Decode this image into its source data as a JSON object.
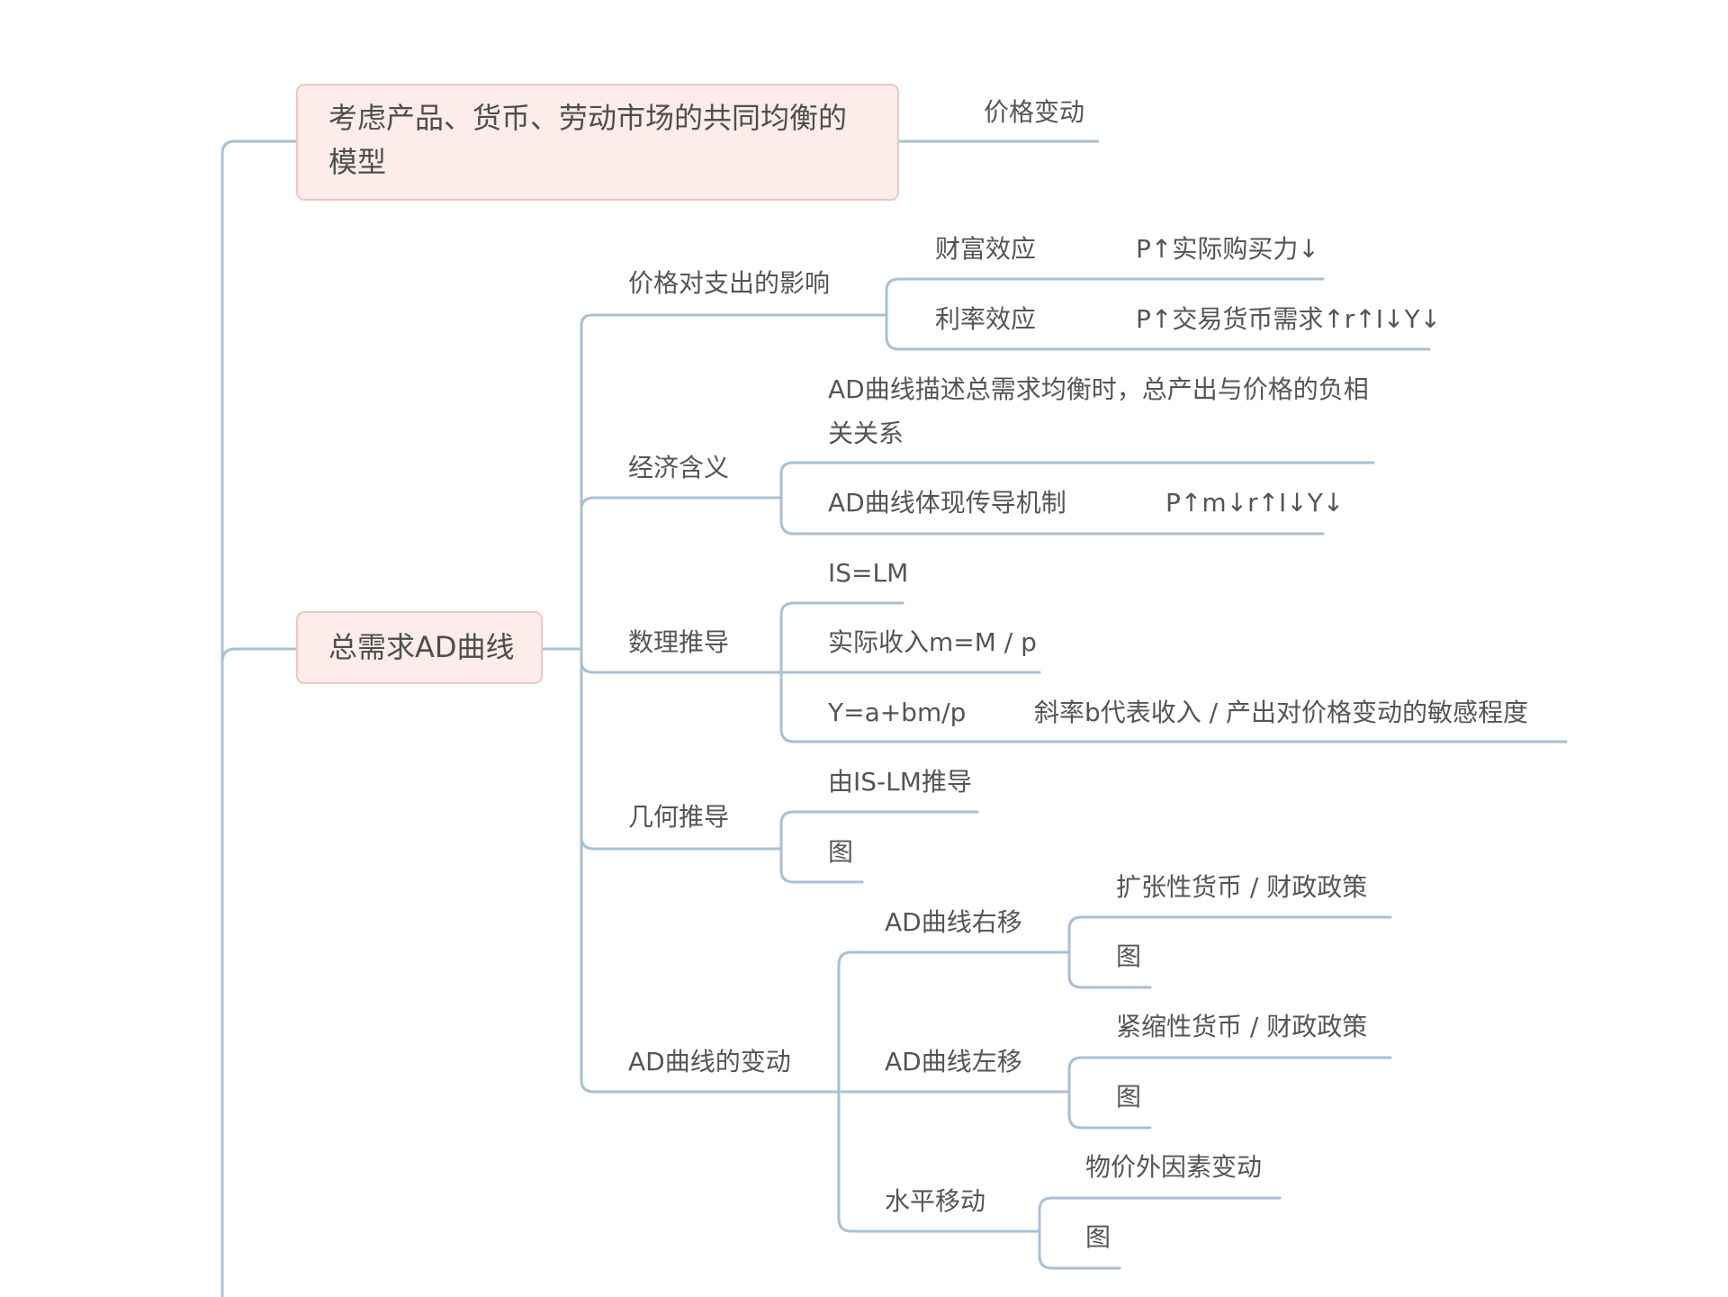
{
  "nodes": {
    "model_box": "考虑产品、货币、劳动市场的共同均衡的模型",
    "price_change": "价格变动",
    "ad_curve_box": "总需求AD曲线",
    "price_effect_on_spending": "价格对支出的影响",
    "wealth_effect": "财富效应",
    "wealth_effect_note": "P↑实际购买力↓",
    "interest_rate_effect": "利率效应",
    "interest_rate_effect_note": "P↑交易货币需求↑r↑I↓Y↓",
    "economic_meaning": "经济含义",
    "economic_meaning_desc": "AD曲线描述总需求均衡时，总产出与价格的负相关关系",
    "transmission_mechanism": "AD曲线体现传导机制",
    "transmission_mechanism_note": "P↑m↓r↑I↓Y↓",
    "math_derivation": "数理推导",
    "is_lm": "IS=LM",
    "real_income": "实际收入m=M / p",
    "y_formula": "Y=a+bm/p",
    "slope_note": "斜率b代表收入 / 产出对价格变动的敏感程度",
    "geometric_derivation": "几何推导",
    "from_is_lm": "由IS-LM推导",
    "figure_1": "图",
    "ad_shift": "AD曲线的变动",
    "ad_right": "AD曲线右移",
    "expansionary_policy": "扩张性货币 / 财政政策",
    "figure_2": "图",
    "ad_left": "AD曲线左移",
    "contractionary_policy": "紧缩性货币 / 财政政策",
    "figure_3": "图",
    "horizontal_shift": "水平移动",
    "exogenous_price_factors": "物价外因素变动",
    "figure_4": "图"
  },
  "colors": {
    "connector": "#a9c0d4",
    "box_fill": "#fcecea",
    "box_border": "#efc6c2",
    "text": "#555555"
  }
}
